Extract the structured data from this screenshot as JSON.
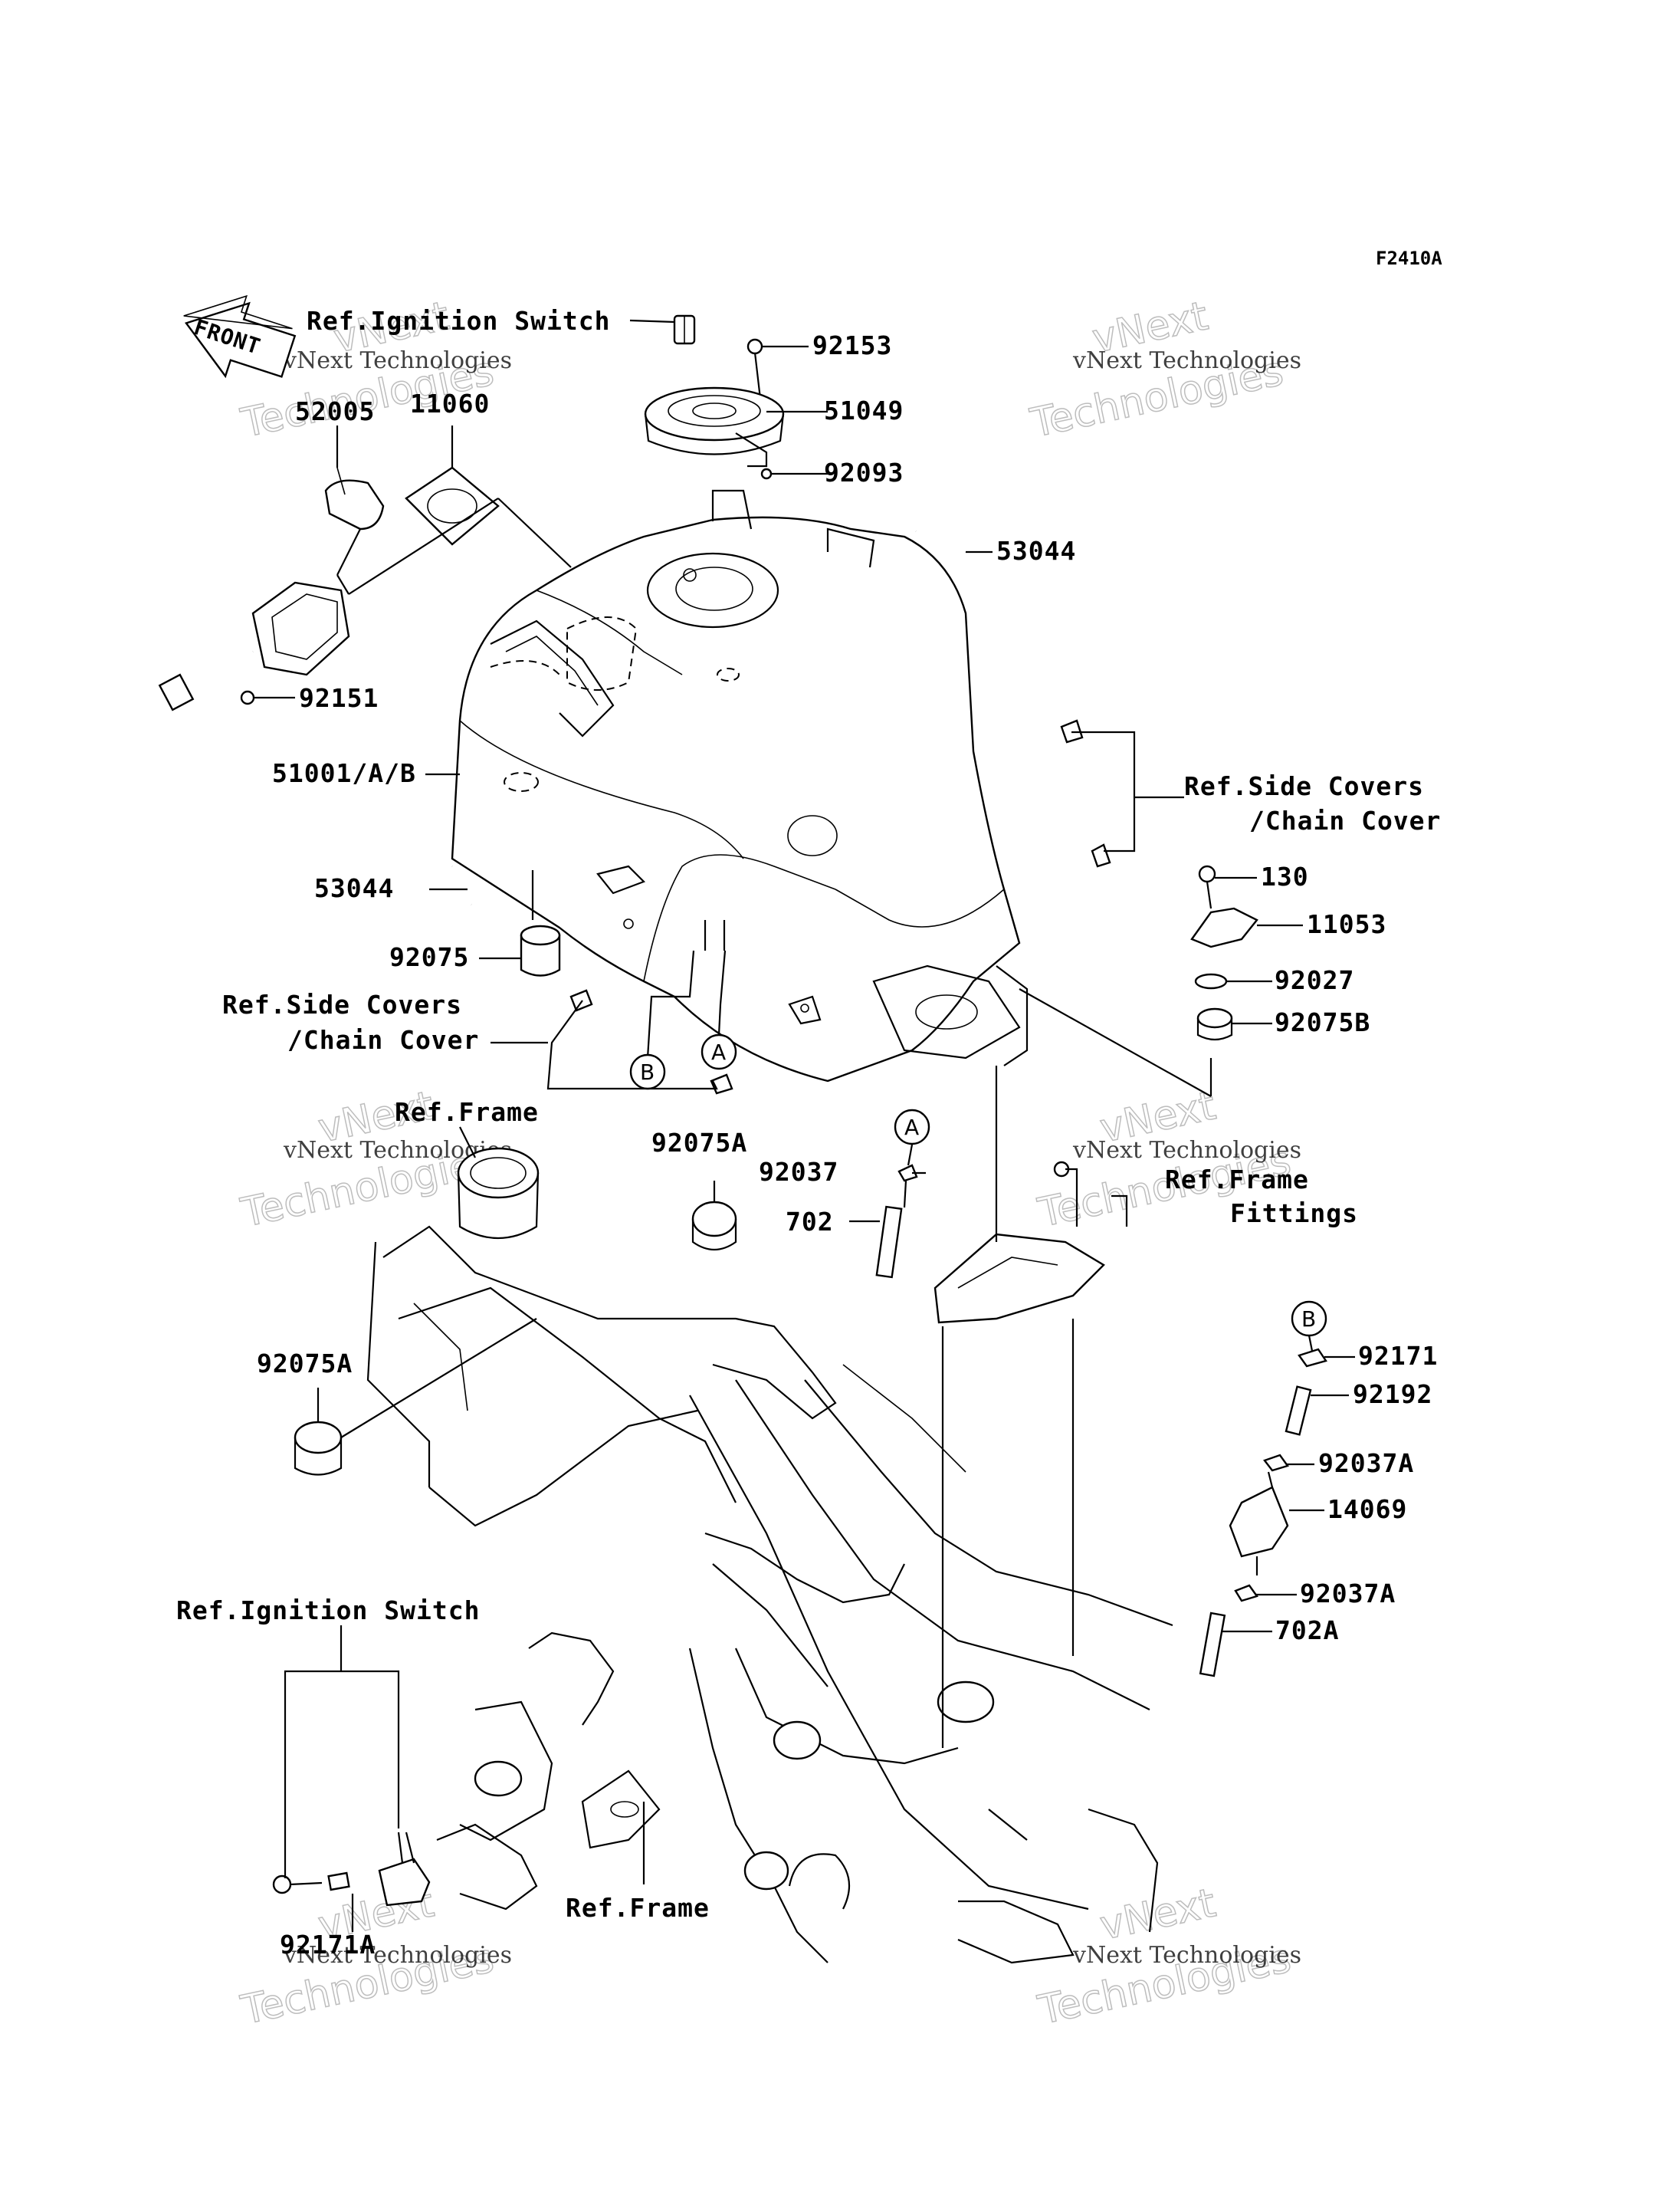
{
  "diagram": {
    "code": "F2410A",
    "front_label": "FRONT",
    "parts": [
      {
        "id": "p1",
        "label": "Ref.Ignition Switch"
      },
      {
        "id": "p2",
        "label": "92153"
      },
      {
        "id": "p3",
        "label": "51049"
      },
      {
        "id": "p4",
        "label": "92093"
      },
      {
        "id": "p5",
        "label": "52005"
      },
      {
        "id": "p6",
        "label": "11060"
      },
      {
        "id": "p7",
        "label": "53044"
      },
      {
        "id": "p8",
        "label": "92151"
      },
      {
        "id": "p9",
        "label": "51001/A/B"
      },
      {
        "id": "p10",
        "label": "Ref.Side Covers"
      },
      {
        "id": "p11",
        "label": "/Chain Cover"
      },
      {
        "id": "p12",
        "label": "53044"
      },
      {
        "id": "p13",
        "label": "130"
      },
      {
        "id": "p14",
        "label": "11053"
      },
      {
        "id": "p15",
        "label": "92075"
      },
      {
        "id": "p16",
        "label": "92027"
      },
      {
        "id": "p17",
        "label": "Ref.Side Covers"
      },
      {
        "id": "p18",
        "label": "92075B"
      },
      {
        "id": "p19",
        "label": "/Chain Cover"
      },
      {
        "id": "p20",
        "label": "Ref.Frame"
      },
      {
        "id": "p21",
        "label": "92075A"
      },
      {
        "id": "p22",
        "label": "92037"
      },
      {
        "id": "p23",
        "label": "Ref.Frame"
      },
      {
        "id": "p24",
        "label": "Fittings"
      },
      {
        "id": "p25",
        "label": "702"
      },
      {
        "id": "p26",
        "label": "92075A"
      },
      {
        "id": "p27",
        "label": "92171"
      },
      {
        "id": "p28",
        "label": "92192"
      },
      {
        "id": "p29",
        "label": "92037A"
      },
      {
        "id": "p30",
        "label": "14069"
      },
      {
        "id": "p31",
        "label": "92037A"
      },
      {
        "id": "p32",
        "label": "Ref.Ignition Switch"
      },
      {
        "id": "p33",
        "label": "702A"
      },
      {
        "id": "p34",
        "label": "Ref.Frame"
      },
      {
        "id": "p35",
        "label": "92171A"
      }
    ],
    "markers": [
      {
        "id": "mB1",
        "label": "B"
      },
      {
        "id": "mA1",
        "label": "A"
      },
      {
        "id": "mA2",
        "label": "A"
      },
      {
        "id": "mB2",
        "label": "B"
      }
    ],
    "watermark": {
      "line1": "vNext Technologies",
      "line2": "Technologies",
      "line3": "vNext"
    },
    "colors": {
      "ink": "#000000",
      "paper": "#ffffff",
      "watermark": "#bdbdbd"
    }
  }
}
